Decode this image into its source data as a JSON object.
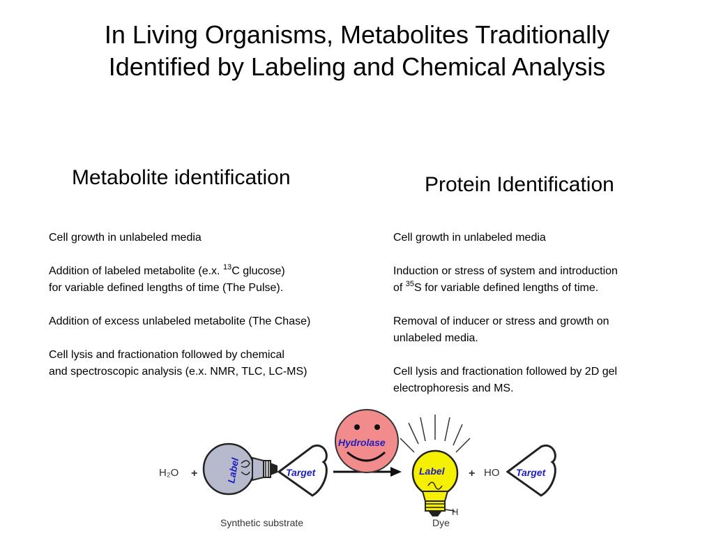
{
  "slide": {
    "title_line1": "In Living Organisms, Metabolites Traditionally",
    "title_line2": "Identified by Labeling and Chemical Analysis"
  },
  "left": {
    "heading": "Metabolite identification",
    "step1": "Cell growth in unlabeled media",
    "step2a_pre": "Addition of labeled metabolite (e.x. ",
    "step2a_sup": "13",
    "step2a_post": "C glucose)",
    "step2b": "for variable defined lengths of time (The Pulse).",
    "step3": "Addition of excess unlabeled metabolite (The Chase)",
    "step4a": "Cell lysis and fractionation followed by chemical",
    "step4b": "and spectroscopic analysis (e.x. NMR, TLC, LC-MS)"
  },
  "right": {
    "heading": "Protein Identification",
    "step1": "Cell growth in unlabeled media",
    "step2a": "Induction or stress of system and introduction",
    "step2b_pre": "of ",
    "step2b_sup": "35",
    "step2b_post": "S for variable defined lengths of time.",
    "step3a": "Removal of inducer or stress and growth on",
    "step3b": "unlabeled media.",
    "step4a": "Cell lysis and fractionation followed by 2D gel",
    "step4b": "electrophoresis and MS."
  },
  "diagram": {
    "water": "H₂O",
    "plus1": "+",
    "label_left": "Label",
    "target_left": "Target",
    "enzyme": "Hydrolase",
    "label_right": "Label",
    "h_atom": "H",
    "plus2": "+",
    "ho": "HO",
    "target_right": "Target",
    "caption_substrate": "Synthetic substrate",
    "caption_dye": "Dye",
    "colors": {
      "bulb_gray": "#b7b9cc",
      "bulb_yellow": "#f5f000",
      "face_pink": "#f28c8c",
      "text_blue": "#1e1ebe"
    }
  }
}
